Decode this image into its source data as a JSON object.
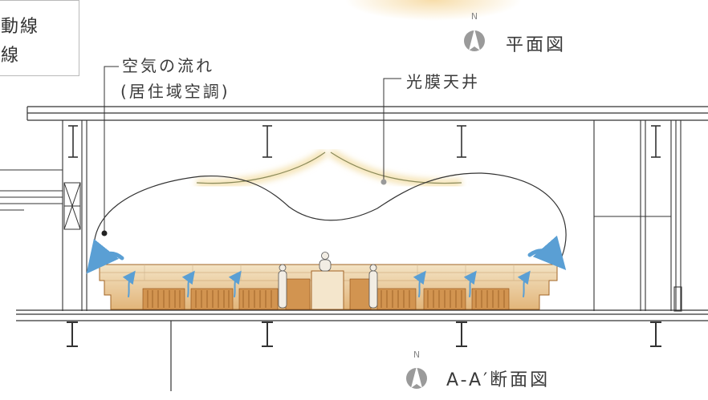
{
  "legend": {
    "line1": "動線",
    "line2": "線"
  },
  "labels": {
    "airflow_line1": "空気の流れ",
    "airflow_line2": "(居住域空調)",
    "light_ceiling": "光膜天井",
    "plan_view": "平面図",
    "section_view": "A-A′断面図"
  },
  "north_label": "N",
  "colors": {
    "line": "#333333",
    "air_arrow": "#5a9fd4",
    "glow": "#f5dfa8",
    "wood": "#d9a060",
    "wood_dark": "#b06b2a",
    "shelf_fill": "#efd9b4"
  },
  "icons": [
    "north-compass-icon",
    "airflow-arrow-icon",
    "i-beam-icon",
    "human-figure-icon"
  ]
}
